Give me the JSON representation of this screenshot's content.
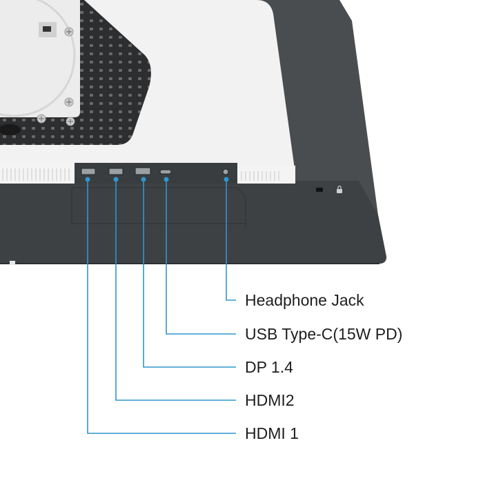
{
  "colors": {
    "line": "#2f95cf",
    "panel_dark": "#4a4d50",
    "panel_darker": "#3b3e41",
    "housing_white": "#f1f1f1",
    "text": "#1e1e1e"
  },
  "ports": [
    {
      "id": "headphone",
      "label": "Headphone Jack",
      "icon": "headphone-jack-port-icon"
    },
    {
      "id": "usbc",
      "label": "USB Type-C(15W PD)",
      "icon": "usb-c-port-icon"
    },
    {
      "id": "dp",
      "label": "DP 1.4",
      "icon": "displayport-icon"
    },
    {
      "id": "hdmi2",
      "label": "HDMI2",
      "icon": "hdmi-port-icon"
    },
    {
      "id": "hdmi1",
      "label": "HDMI 1",
      "icon": "hdmi-port-icon"
    }
  ]
}
